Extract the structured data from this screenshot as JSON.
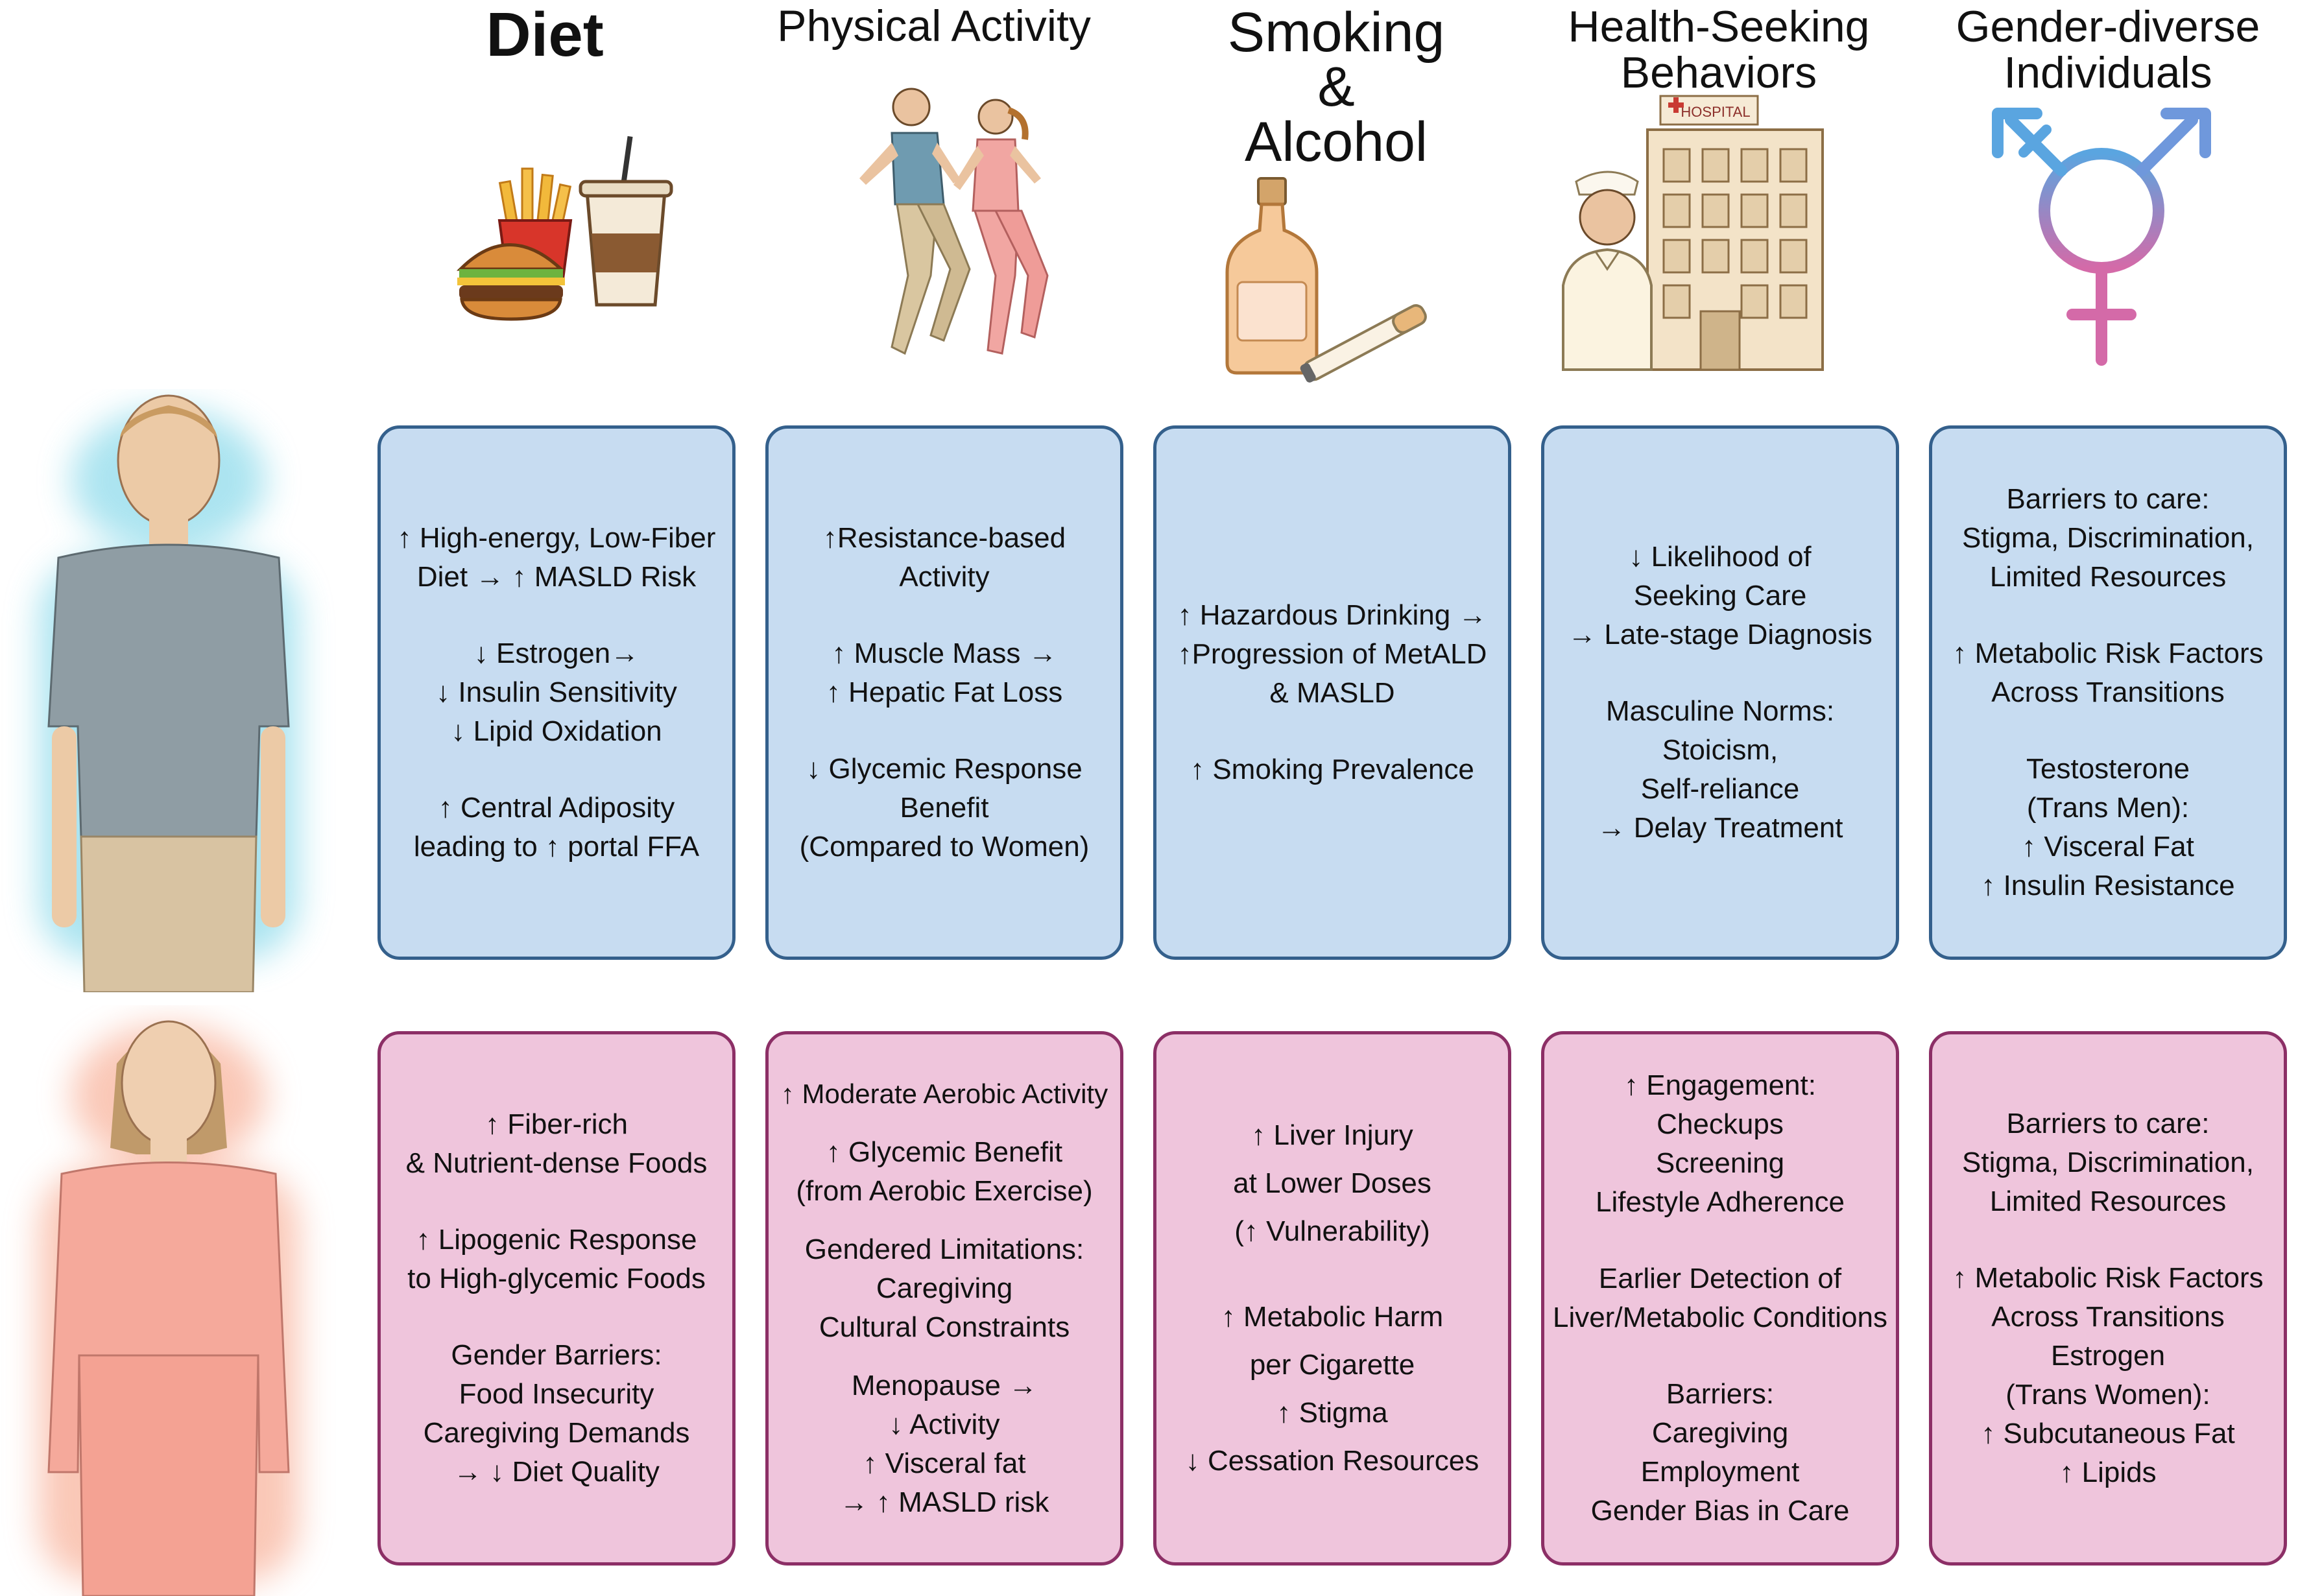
{
  "columns": [
    {
      "title_lines": [
        "Diet"
      ],
      "icon": "fast-food-icon"
    },
    {
      "title_lines": [
        "Physical Activity"
      ],
      "icon": "running-couple-icon"
    },
    {
      "title_lines": [
        "Smoking",
        "&",
        "Alcohol"
      ],
      "icon": "bottle-cigarette-icon"
    },
    {
      "title_lines": [
        "Health-Seeking",
        "Behaviors"
      ],
      "icon": "hospital-nurse-icon",
      "hospital_sign": "HOSPITAL"
    },
    {
      "title_lines": [
        "Gender-diverse",
        "Individuals"
      ],
      "icon": "transgender-symbol-icon"
    }
  ],
  "colors": {
    "male_fill": "#c7dcf1",
    "male_border": "#34608c",
    "female_fill": "#efc5dc",
    "female_border": "#8c2f66"
  },
  "male_boxes": [
    [
      [
        "↑ High-energy, Low-Fiber",
        "Diet → ↑ MASLD Risk"
      ],
      [
        "↓ Estrogen→",
        "↓ Insulin Sensitivity",
        "↓ Lipid Oxidation"
      ],
      [
        "↑ Central Adiposity",
        "leading to ↑ portal FFA"
      ]
    ],
    [
      [
        "↑Resistance-based Activity"
      ],
      [
        "↑ Muscle Mass →",
        "↑ Hepatic Fat Loss"
      ],
      [
        "↓ Glycemic Response",
        "Benefit",
        "(Compared to Women)"
      ]
    ],
    [
      [
        "↑ Hazardous Drinking →",
        "↑Progression of MetALD",
        "& MASLD"
      ],
      [
        "↑ Smoking Prevalence"
      ]
    ],
    [
      [
        "↓ Likelihood of",
        "Seeking Care",
        "→ Late-stage Diagnosis"
      ],
      [
        "Masculine Norms:",
        "Stoicism,",
        "Self-reliance",
        "→ Delay Treatment"
      ]
    ],
    [
      [
        "Barriers to care:",
        "Stigma, Discrimination,",
        "Limited Resources"
      ],
      [
        "↑ Metabolic Risk Factors",
        "Across Transitions"
      ],
      [
        "Testosterone",
        "(Trans Men):",
        "↑ Visceral Fat",
        "↑ Insulin Resistance"
      ]
    ]
  ],
  "female_boxes": [
    [
      [
        "↑ Fiber-rich",
        "& Nutrient-dense Foods"
      ],
      [
        "↑ Lipogenic Response",
        "to High-glycemic Foods"
      ],
      [
        "Gender Barriers:",
        "Food Insecurity",
        "Caregiving Demands",
        "→ ↓ Diet Quality"
      ]
    ],
    [
      [
        "↑ Moderate Aerobic Activity"
      ],
      [
        "↑ Glycemic Benefit",
        "(from Aerobic Exercise)"
      ],
      [
        "Gendered Limitations:",
        "Caregiving",
        "Cultural Constraints"
      ],
      [
        "Menopause →",
        "↓ Activity",
        "↑ Visceral fat",
        "→ ↑ MASLD risk"
      ]
    ],
    [
      [
        "↑ Liver Injury",
        "at Lower Doses",
        "(↑ Vulnerability)"
      ],
      [
        "↑ Metabolic Harm",
        "per Cigarette",
        "↑ Stigma",
        "↓ Cessation Resources"
      ]
    ],
    [
      [
        "↑ Engagement:",
        "Checkups",
        "Screening",
        "Lifestyle Adherence"
      ],
      [
        "Earlier Detection of",
        "Liver/Metabolic Conditions"
      ],
      [
        "Barriers:",
        "Caregiving",
        "Employment",
        "Gender Bias in Care"
      ]
    ],
    [
      [
        "Barriers to care:",
        "Stigma, Discrimination,",
        "Limited Resources"
      ],
      [
        "↑ Metabolic Risk Factors",
        "Across Transitions",
        "Estrogen",
        "(Trans Women):",
        "↑ Subcutaneous Fat",
        "↑ Lipids"
      ]
    ]
  ],
  "figures": {
    "male": "man-figure",
    "female": "woman-figure"
  }
}
